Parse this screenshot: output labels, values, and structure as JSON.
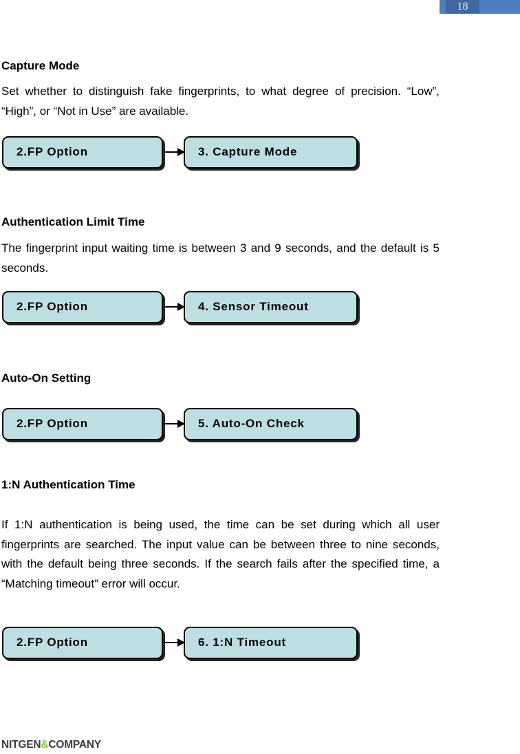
{
  "page": {
    "number": "18"
  },
  "colors": {
    "header_bar": "#4F7DBB",
    "header_badge": "#3F689F",
    "flow_box_fill": "#BDDFE3",
    "logo_green": "#8CC63F",
    "logo_gray": "#3B3B3D"
  },
  "sections": [
    {
      "heading": "Capture Mode",
      "body": "Set whether to distinguish fake fingerprints, to what degree of precision. “Low”, “High”, or “Not in Use” are available.",
      "flow": {
        "from": "2.FP Option",
        "to": "3. Capture Mode"
      }
    },
    {
      "heading": "Authentication Limit Time",
      "body": "The fingerprint input waiting time is between 3 and 9 seconds, and the default is 5 seconds.",
      "flow": {
        "from": "2.FP Option",
        "to": "4. Sensor Timeout"
      }
    },
    {
      "heading": "Auto-On Setting",
      "body": "",
      "flow": {
        "from": "2.FP Option",
        "to": "5. Auto-On Check"
      }
    },
    {
      "heading": "1:N Authentication Time",
      "body": "If 1:N authentication is being used, the time can be set during which all user fingerprints are searched. The input value can be between three to nine seconds, with the default being three seconds. If the search fails after the specified time, a “Matching timeout” error will occur.",
      "flow": {
        "from": "2.FP Option",
        "to": "6. 1:N Timeout"
      }
    }
  ],
  "footer": {
    "brand_left": "NITGEN",
    "brand_amp": "&",
    "brand_right": "COMPANY"
  }
}
